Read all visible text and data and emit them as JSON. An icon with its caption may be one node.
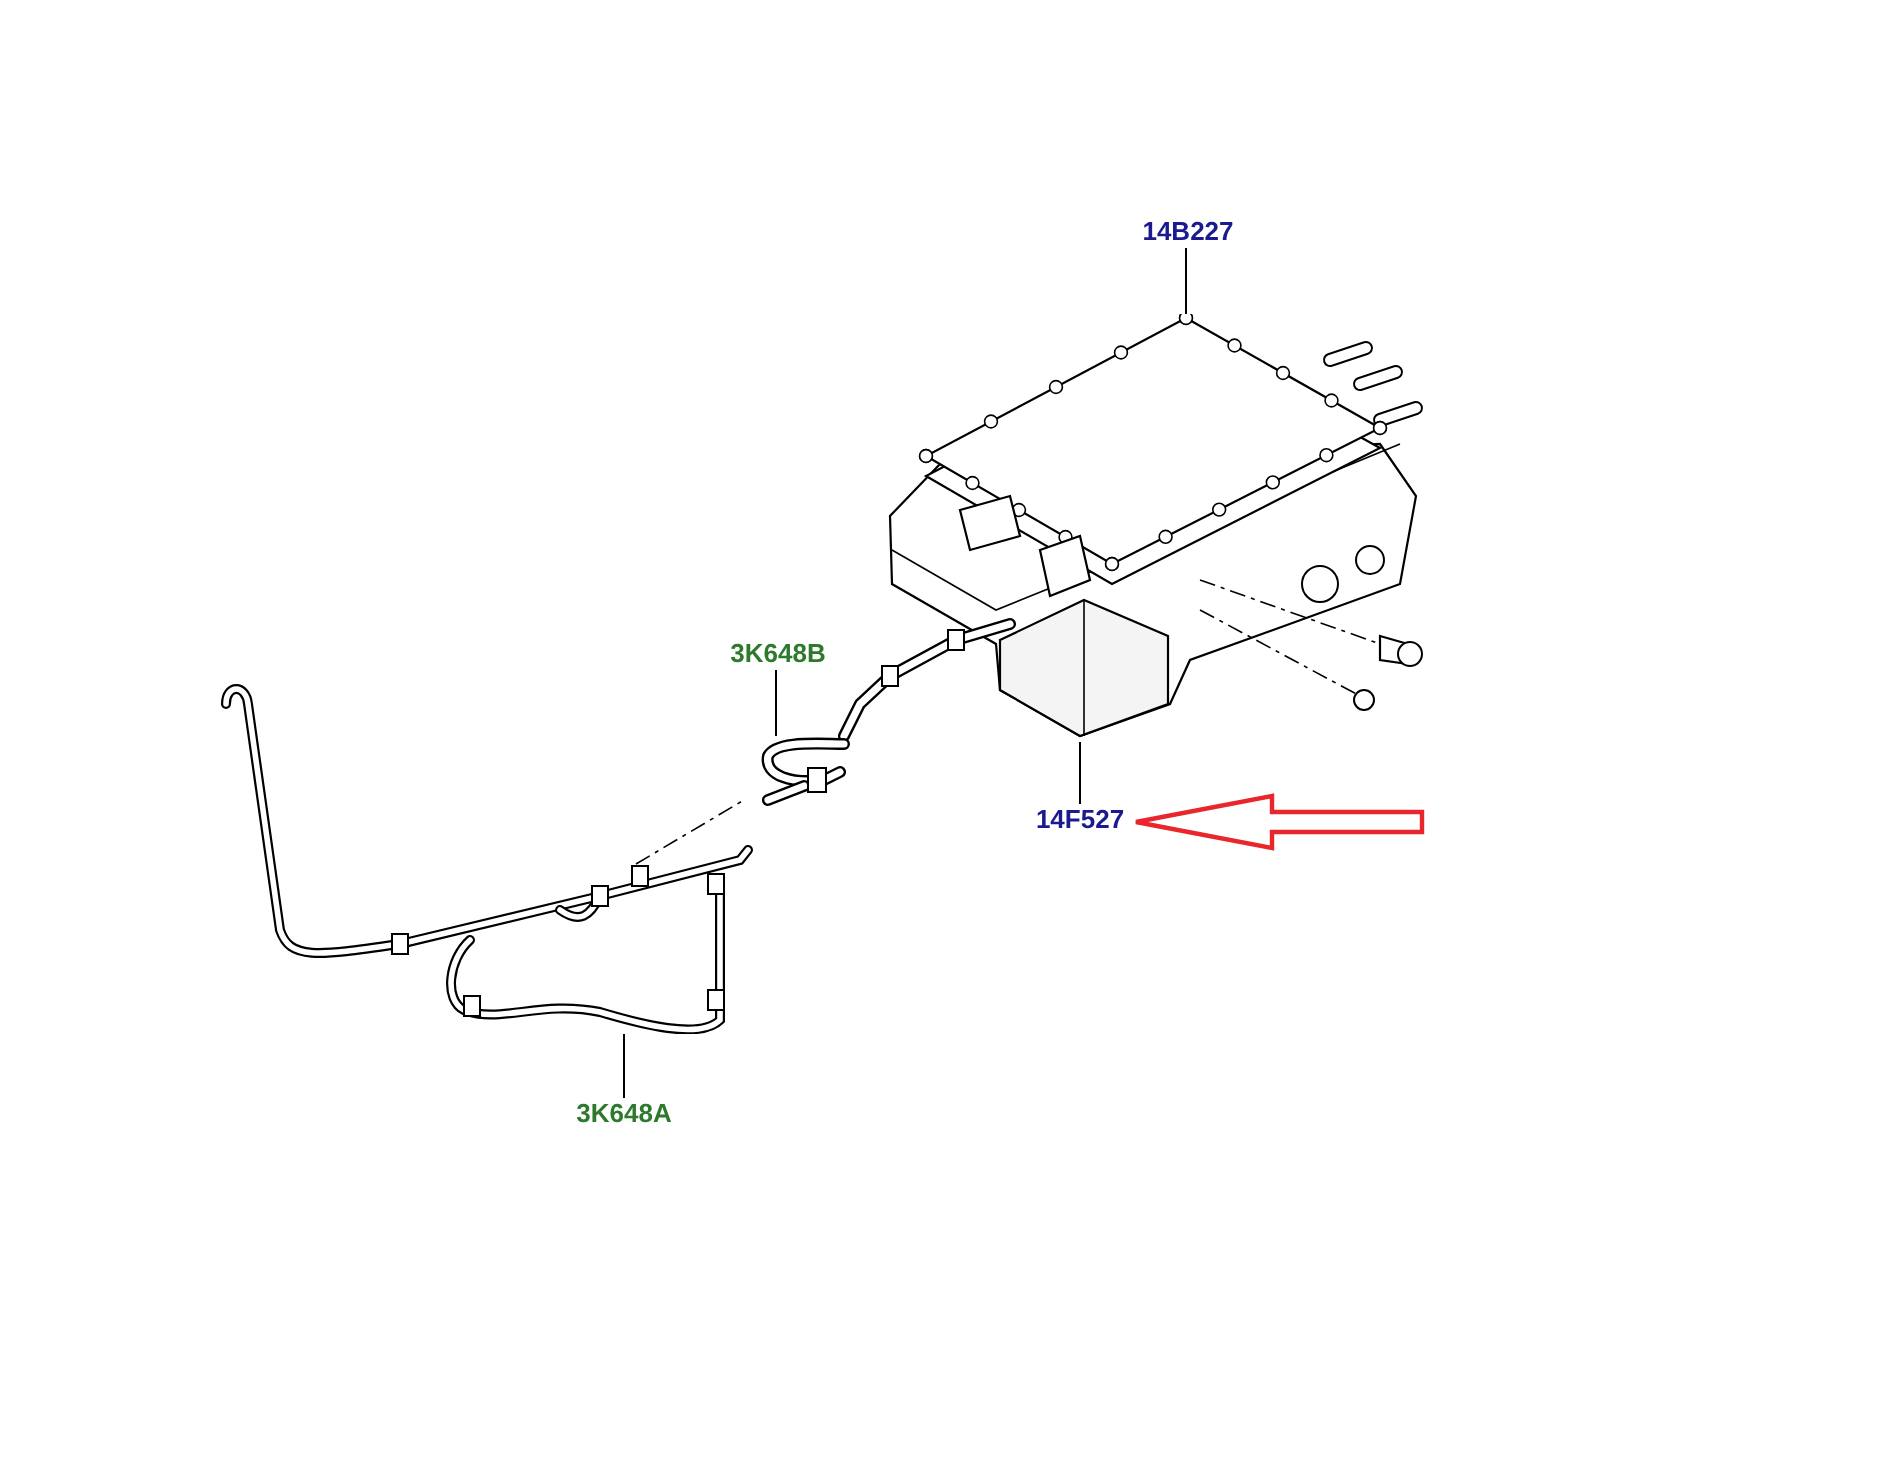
{
  "diagram": {
    "nodes": [
      {
        "text": [
          "14B227"
        ]
      },
      {
        "text": [
          "3K648B"
        ]
      },
      {
        "text": [
          "14F527"
        ]
      },
      {
        "text": [
          "3K648A"
        ]
      },
      {
        "text": [],
        "shape": "picture"
      },
      {
        "text": [],
        "shape": "picture"
      },
      {
        "text": [],
        "shape": "picture"
      }
    ],
    "edges": [
      {
        "from": 0,
        "to": 4,
        "arrow": "none"
      },
      {
        "from": 1,
        "to": 5,
        "arrow": "none"
      },
      {
        "from": 2,
        "to": 4,
        "arrow": "none"
      },
      {
        "from": 3,
        "to": 6,
        "arrow": "none"
      },
      {
        "from": null,
        "to": 2,
        "arrow": "to",
        "style": "thick",
        "color": "#e8262b"
      }
    ]
  }
}
